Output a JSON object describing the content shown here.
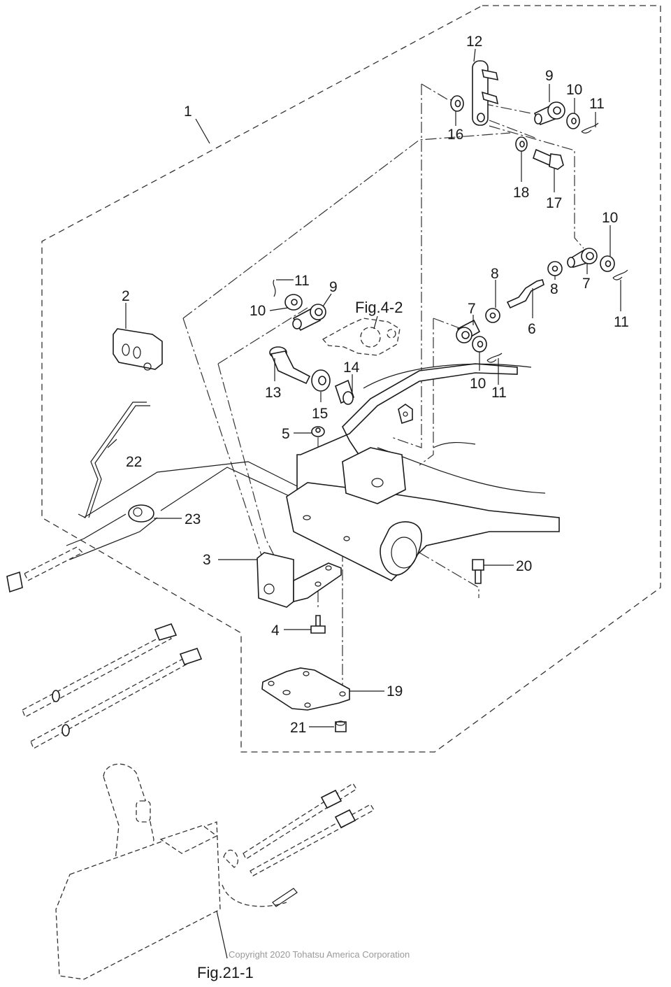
{
  "diagram": {
    "title": "Remote control attachment exploded parts diagram",
    "figure_refs": {
      "upper_ref": "Fig.4-2",
      "lower_ref": "Fig.21-1"
    },
    "copyright": "Copyright 2020 Tohatsu America Corporation",
    "callouts": [
      {
        "id": "c1",
        "text": "1"
      },
      {
        "id": "c2",
        "text": "2"
      },
      {
        "id": "c3",
        "text": "3"
      },
      {
        "id": "c4",
        "text": "4"
      },
      {
        "id": "c5",
        "text": "5"
      },
      {
        "id": "c6",
        "text": "6"
      },
      {
        "id": "c7a",
        "text": "7"
      },
      {
        "id": "c7b",
        "text": "7"
      },
      {
        "id": "c8a",
        "text": "8"
      },
      {
        "id": "c8b",
        "text": "8"
      },
      {
        "id": "c9a",
        "text": "9"
      },
      {
        "id": "c9b",
        "text": "9"
      },
      {
        "id": "c10a",
        "text": "10"
      },
      {
        "id": "c10b",
        "text": "10"
      },
      {
        "id": "c10c",
        "text": "10"
      },
      {
        "id": "c10d",
        "text": "10"
      },
      {
        "id": "c11a",
        "text": "11"
      },
      {
        "id": "c11b",
        "text": "11"
      },
      {
        "id": "c11c",
        "text": "11"
      },
      {
        "id": "c11d",
        "text": "11"
      },
      {
        "id": "c12",
        "text": "12"
      },
      {
        "id": "c13",
        "text": "13"
      },
      {
        "id": "c14",
        "text": "14"
      },
      {
        "id": "c15",
        "text": "15"
      },
      {
        "id": "c16",
        "text": "16"
      },
      {
        "id": "c17",
        "text": "17"
      },
      {
        "id": "c18",
        "text": "18"
      },
      {
        "id": "c19",
        "text": "19"
      },
      {
        "id": "c20",
        "text": "20"
      },
      {
        "id": "c21",
        "text": "21"
      },
      {
        "id": "c22",
        "text": "22"
      },
      {
        "id": "c23",
        "text": "23"
      }
    ]
  }
}
